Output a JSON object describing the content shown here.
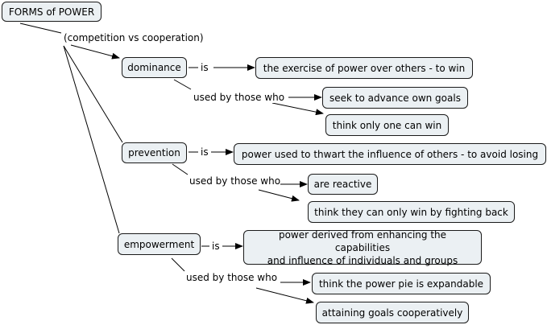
{
  "concept_map": {
    "root": "FORMS of POWER",
    "root_link": "(competition vs cooperation)",
    "forms": [
      {
        "name": "dominance",
        "is_label": "is",
        "definition": "the exercise of power over others - to win",
        "used_label": "used by those who",
        "users": [
          "seek to advance own goals",
          "think only one can win"
        ]
      },
      {
        "name": "prevention",
        "is_label": "is",
        "definition": "power used to thwart the influence of others - to avoid losing",
        "used_label": "used by those who",
        "users": [
          "are reactive",
          "think they can only win by fighting back"
        ]
      },
      {
        "name": "empowerment",
        "is_label": "is",
        "definition_line1": "power derived from enhancing the capabilities",
        "definition_line2": "and influence of individuals and groups",
        "used_label": "used by those who",
        "users": [
          "think the power pie is expandable",
          "attaining goals cooperatively"
        ]
      }
    ]
  },
  "colors": {
    "node_fill": "#ebf0f3",
    "stroke": "#1a1a1a"
  }
}
